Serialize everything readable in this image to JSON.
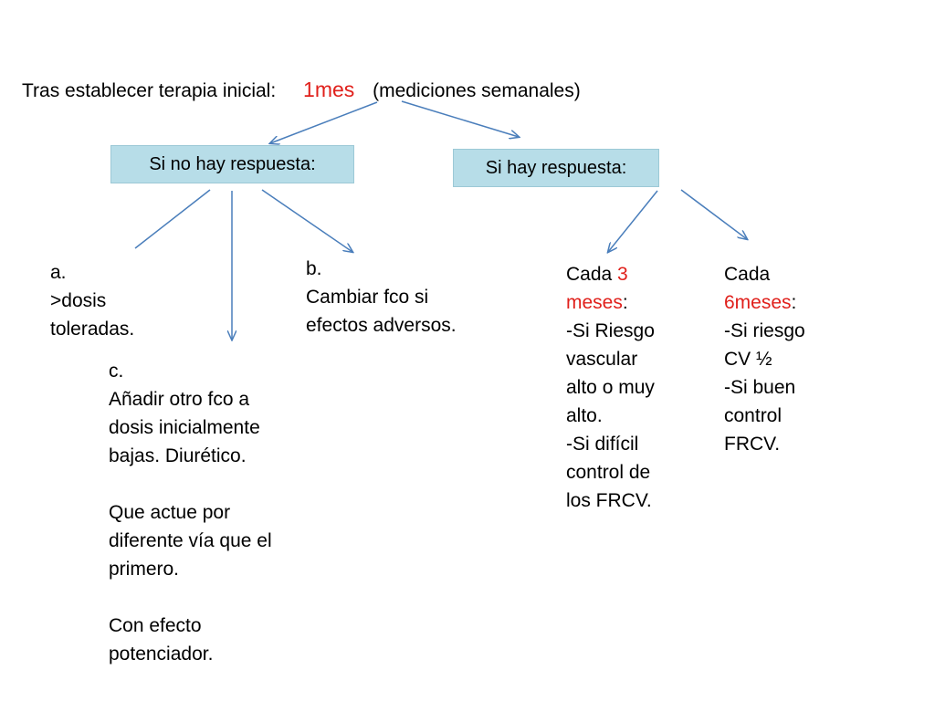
{
  "header": {
    "prefix": "Tras establecer terapia inicial:",
    "accent": "1mes",
    "suffix": "(mediciones semanales)"
  },
  "branches": {
    "no_response": "Si no hay respuesta:",
    "response": "Si hay respuesta:"
  },
  "options": {
    "a": [
      "a.",
      ">dosis",
      "toleradas."
    ],
    "b": [
      "b.",
      "Cambiar fco si",
      "efectos adversos."
    ],
    "c": [
      "c.",
      "Añadir otro fco a",
      "dosis inicialmente",
      "bajas. Diurético.",
      "",
      "Que actue por",
      "diferente vía que el",
      "primero.",
      "",
      "Con efecto",
      "potenciador."
    ]
  },
  "followup_3": {
    "label": "Cada",
    "value": "3",
    "unit": "meses",
    "colon": ":",
    "lines": [
      "-Si Riesgo",
      "vascular",
      "alto o muy",
      "alto.",
      "-Si difícil",
      "control de",
      "los FRCV."
    ]
  },
  "followup_6": {
    "label": "Cada",
    "value": "6meses",
    "colon": ":",
    "lines": [
      "-Si riesgo",
      "CV ½",
      "-Si buen",
      "control",
      "FRCV."
    ]
  },
  "colors": {
    "accent": "#e0201b",
    "box_fill": "#b7dde8",
    "arrow": "#4a7ebb"
  }
}
